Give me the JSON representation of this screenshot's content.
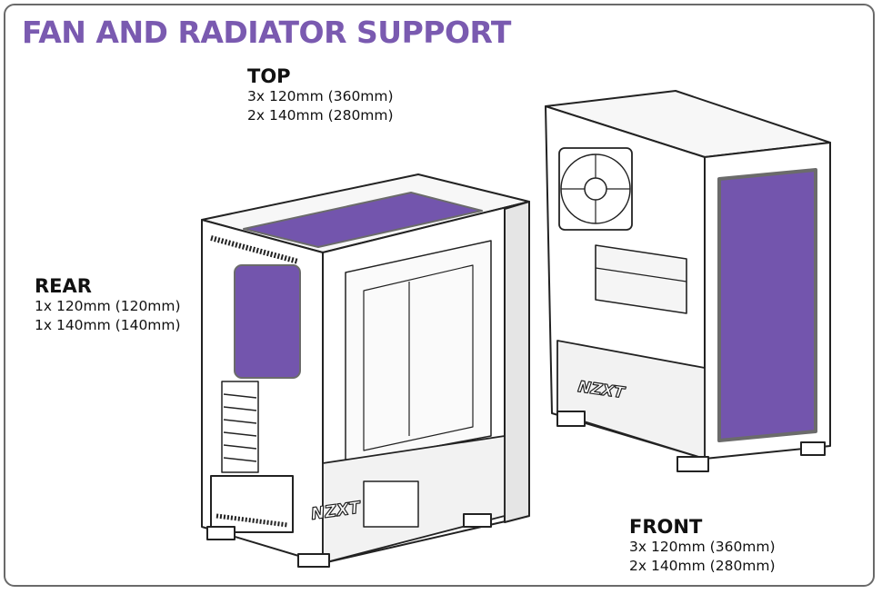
{
  "title": "FAN AND RADIATOR SUPPORT",
  "top": {
    "heading": "TOP",
    "lines": [
      "3x 120mm (360mm)",
      "2x 140mm (280mm)"
    ]
  },
  "rear": {
    "heading": "REAR",
    "lines": [
      "1x 120mm (120mm)",
      "1x 140mm (140mm)"
    ]
  },
  "front": {
    "heading": "FRONT",
    "lines": [
      "3x 120mm (360mm)",
      "2x 140mm (280mm)"
    ]
  },
  "brand": "NZXT",
  "colors": {
    "accent": "#7a5ab0",
    "highlight": "#7355ad",
    "outline": "#222222",
    "frame": "#6a6a6a"
  }
}
